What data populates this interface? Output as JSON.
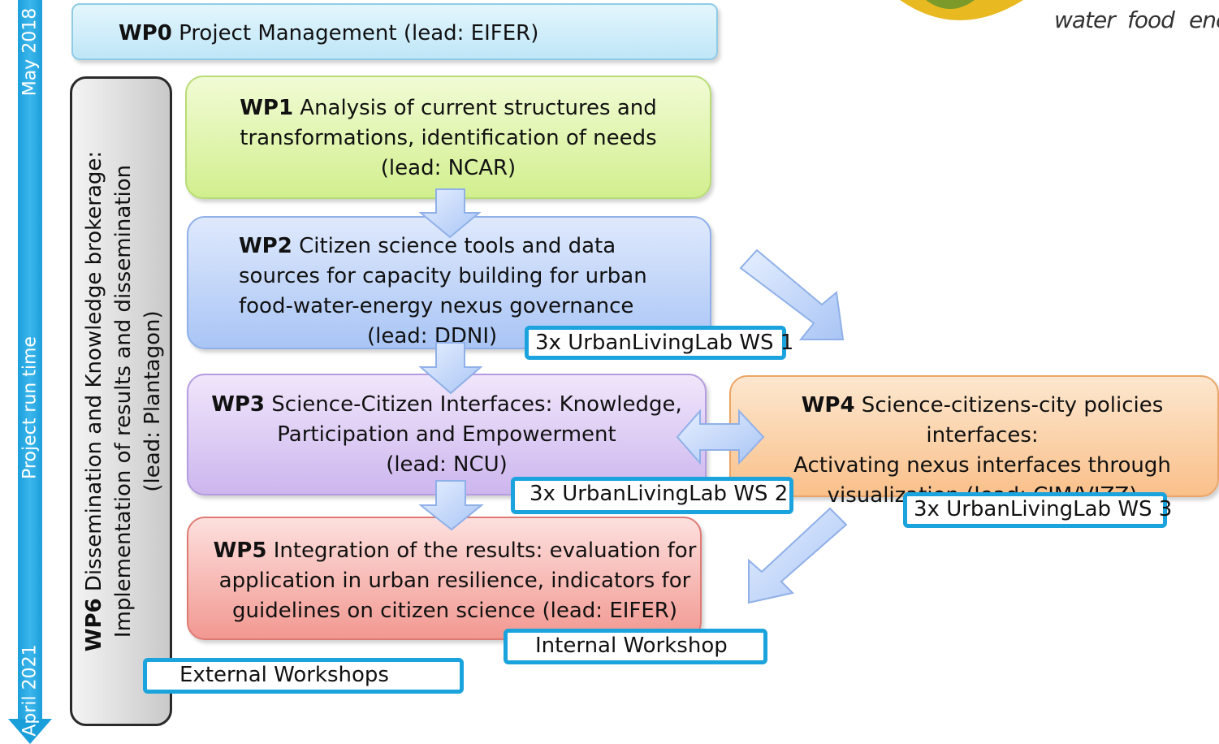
{
  "timeline": {
    "start": "May 2018",
    "middle": "Project run time",
    "end": "April 2021"
  },
  "logo_words": [
    "water",
    "food",
    "ene"
  ],
  "wp0": {
    "id": "WP0",
    "text": " Project Management (lead: EIFER)"
  },
  "wp1": {
    "id": "WP1",
    "line1": " Analysis of current structures and",
    "line2": "transformations, identification of needs",
    "line3": "(lead: NCAR)"
  },
  "wp2": {
    "id": "WP2",
    "line1": " Citizen science tools and data",
    "line2": "sources for capacity building for urban",
    "line3": "food-water-energy nexus governance",
    "line4": "(lead: DDNI)"
  },
  "wp3": {
    "id": "WP3",
    "line1": " Science-Citizen Interfaces: Knowledge,",
    "line2": "Participation and Empowerment",
    "line3": "(lead: NCU)"
  },
  "wp4": {
    "id": "WP4",
    "line1": " Science-citizens-city policies interfaces:",
    "line2": "Activating nexus interfaces through",
    "line3": "visualization (lead: CIM/VIZZ)"
  },
  "wp5": {
    "id": "WP5",
    "line1": " Integration of the results: evaluation for",
    "line2": "application in urban resilience, indicators for",
    "line3": "guidelines on citizen science (lead: EIFER)"
  },
  "wp6": {
    "id": "WP6",
    "line1": " Dissemination and Knowledge brokerage:",
    "line2": "Implementation of results and dissemination",
    "line3": "(lead: Plantagon)"
  },
  "workshops": {
    "ws1": "3x UrbanLivingLab WS 1",
    "ws2": "3x UrbanLivingLab WS 2",
    "ws3": "3x UrbanLivingLab WS 3",
    "internal": "Internal Workshop",
    "external": "External Workshops"
  },
  "colors": {
    "timeline": "#1aa3dd",
    "workshop_border": "#1aa3dd",
    "arrow_fill": "#c7d9f7",
    "arrow_stroke": "#8fb0e8"
  }
}
